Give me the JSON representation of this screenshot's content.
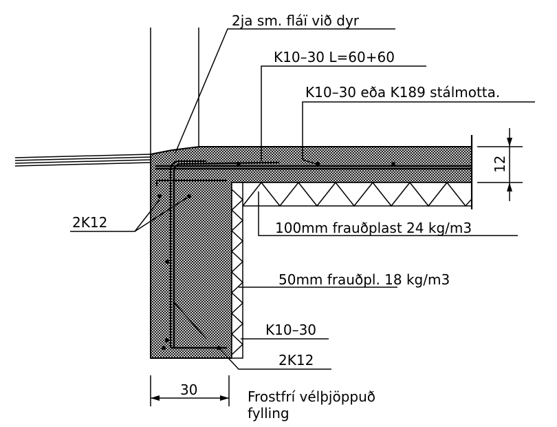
{
  "labels": {
    "slope": "2ja sm. fláï við dyr",
    "rebar_top": "K10–30  L=60+60",
    "mesh": "K10–30  eða  K189  stálmotta.",
    "corner_bars": "2K12",
    "insulation_slab": "100mm  frauðplast  24  kg/m3",
    "insulation_wall": "50mm  frauðpl.  18  kg/m3",
    "rebar_wall": "K10–30",
    "bottom_bars": "2K12",
    "fill_line1": "Frostfrí  vélþjöppuð",
    "fill_line2": "fylling"
  },
  "dimensions": {
    "slab_thickness": "12",
    "wall_width": "30"
  },
  "colors": {
    "line": "#000000",
    "background": "#ffffff",
    "concrete_hatch": "#000000"
  }
}
